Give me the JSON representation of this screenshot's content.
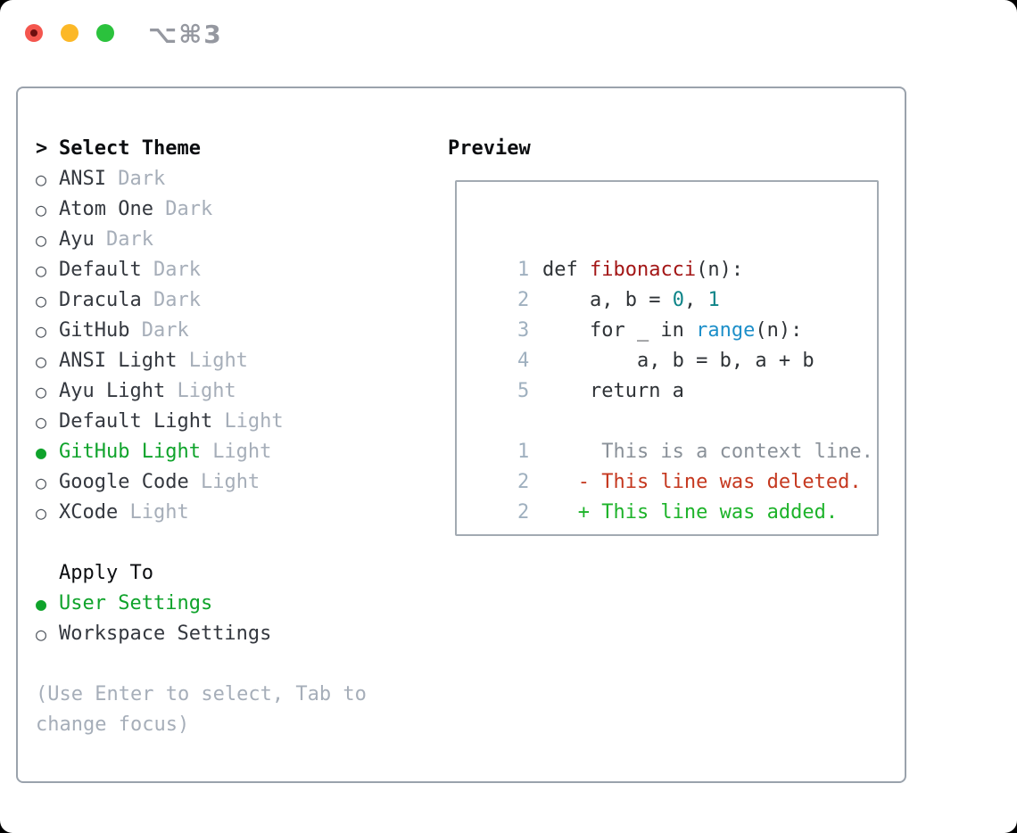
{
  "window": {
    "titlebar": {
      "shortcut_label": "⌥⌘3",
      "buttons": [
        "close",
        "minimize",
        "zoom"
      ]
    }
  },
  "theme_picker": {
    "header": {
      "prefix": ">",
      "label": "Select Theme"
    },
    "markers": {
      "selected": "●",
      "unselected": "○"
    },
    "themes": [
      {
        "name": "ANSI",
        "variant": "Dark",
        "selected": false
      },
      {
        "name": "Atom One",
        "variant": "Dark",
        "selected": false
      },
      {
        "name": "Ayu",
        "variant": "Dark",
        "selected": false
      },
      {
        "name": "Default",
        "variant": "Dark",
        "selected": false
      },
      {
        "name": "Dracula",
        "variant": "Dark",
        "selected": false
      },
      {
        "name": "GitHub",
        "variant": "Dark",
        "selected": false
      },
      {
        "name": "ANSI Light",
        "variant": "Light",
        "selected": false
      },
      {
        "name": "Ayu Light",
        "variant": "Light",
        "selected": false
      },
      {
        "name": "Default Light",
        "variant": "Light",
        "selected": false
      },
      {
        "name": "GitHub Light",
        "variant": "Light",
        "selected": true
      },
      {
        "name": "Google Code",
        "variant": "Light",
        "selected": false
      },
      {
        "name": "XCode",
        "variant": "Light",
        "selected": false
      }
    ],
    "apply_to": {
      "label": "Apply To",
      "options": [
        {
          "name": "User Settings",
          "selected": true
        },
        {
          "name": "Workspace Settings",
          "selected": false
        }
      ]
    },
    "hint": "(Use Enter to select, Tab to change focus)"
  },
  "preview": {
    "header": "Preview",
    "lines": [
      {
        "num": "1",
        "segments": [
          {
            "text": "def ",
            "style": "plain"
          },
          {
            "text": "fibonacci",
            "style": "function"
          },
          {
            "text": "(n):",
            "style": "plain"
          }
        ]
      },
      {
        "num": "2",
        "segments": [
          {
            "text": "    a, b = ",
            "style": "plain"
          },
          {
            "text": "0",
            "style": "number"
          },
          {
            "text": ", ",
            "style": "plain"
          },
          {
            "text": "1",
            "style": "number"
          }
        ]
      },
      {
        "num": "3",
        "segments": [
          {
            "text": "    for _ in ",
            "style": "plain"
          },
          {
            "text": "range",
            "style": "builtin"
          },
          {
            "text": "(n):",
            "style": "plain"
          }
        ]
      },
      {
        "num": "4",
        "segments": [
          {
            "text": "        a, b = b, a + b",
            "style": "plain"
          }
        ]
      },
      {
        "num": "5",
        "segments": [
          {
            "text": "    return a",
            "style": "plain"
          }
        ]
      },
      {
        "num": "",
        "segments": []
      },
      {
        "num": "1",
        "segments": [
          {
            "text": "     This is a context line.",
            "style": "context"
          }
        ]
      },
      {
        "num": "2",
        "segments": [
          {
            "text": "   - This line was deleted.",
            "style": "deleted"
          }
        ]
      },
      {
        "num": "2",
        "segments": [
          {
            "text": "   + This line was added.",
            "style": "added"
          }
        ]
      }
    ]
  },
  "colors": {
    "accent_green": "#0fa32b",
    "function_red": "#a31616",
    "number_teal": "#0d8488",
    "builtin_blue": "#1d8fc9",
    "deleted_red": "#c5381f",
    "added_green": "#1db32a",
    "context_gray": "#8a9199",
    "muted_gray": "#a6aeb9",
    "panel_border": "#9aa2ac"
  }
}
